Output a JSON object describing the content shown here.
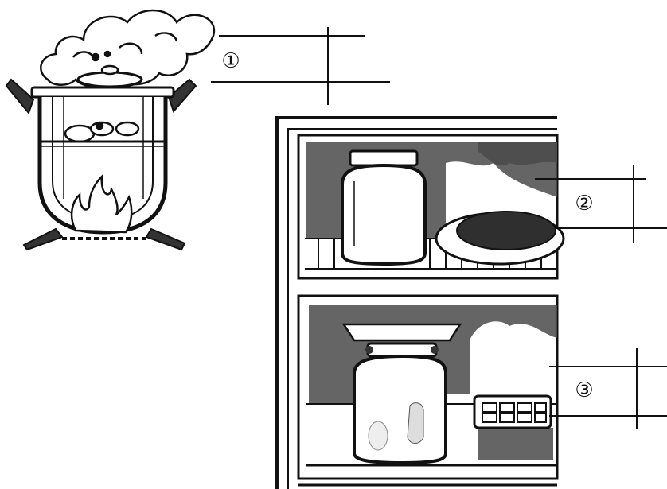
{
  "labels": {
    "marker_1": "①",
    "marker_2": "②",
    "marker_3": "③"
  },
  "colors": {
    "ink": "#111111",
    "shadow_gray": "#4a4a4a",
    "dark_food": "#2f2f2f",
    "paper": "#ffffff"
  },
  "icons": {
    "boiling_pot": "pot-on-fire-icon",
    "refrigerator": "refrigerator-icon",
    "jar": "glass-jar-icon",
    "plate": "plate-icon",
    "ice_tray": "ice-tray-icon"
  }
}
